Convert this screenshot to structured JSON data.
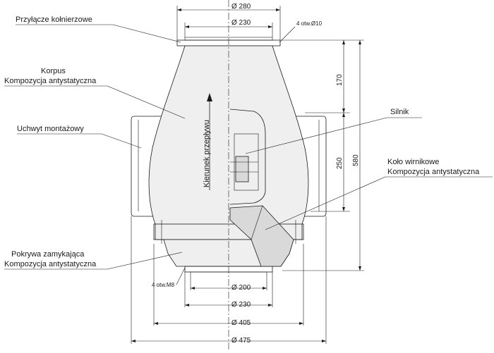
{
  "labels": {
    "flange": "Przyłącze kołnierzowe",
    "body_line1": "Korpus",
    "body_line2": "Kompozycja antystatyczna",
    "bracket": "Uchwyt montażowy",
    "cover_line1": "Pokrywa zamykająca",
    "cover_line2": "Kompozycja antystatyczna",
    "motor": "Silnik",
    "impeller_line1": "Koło wirnikowe",
    "impeller_line2": "Kompozycja antystatyczna",
    "flow_direction": "Kierunek przepływu",
    "holes_top": "4 otw.Ø10",
    "holes_bottom": "4 otw.M8"
  },
  "dimensions": {
    "top_280": "Ø 280",
    "top_230": "Ø 230",
    "bottom_200": "Ø 200",
    "bottom_230": "Ø 230",
    "bottom_405": "Ø 405",
    "bottom_475": "Ø 475",
    "height_170": "170",
    "height_250": "250",
    "height_580": "580"
  }
}
